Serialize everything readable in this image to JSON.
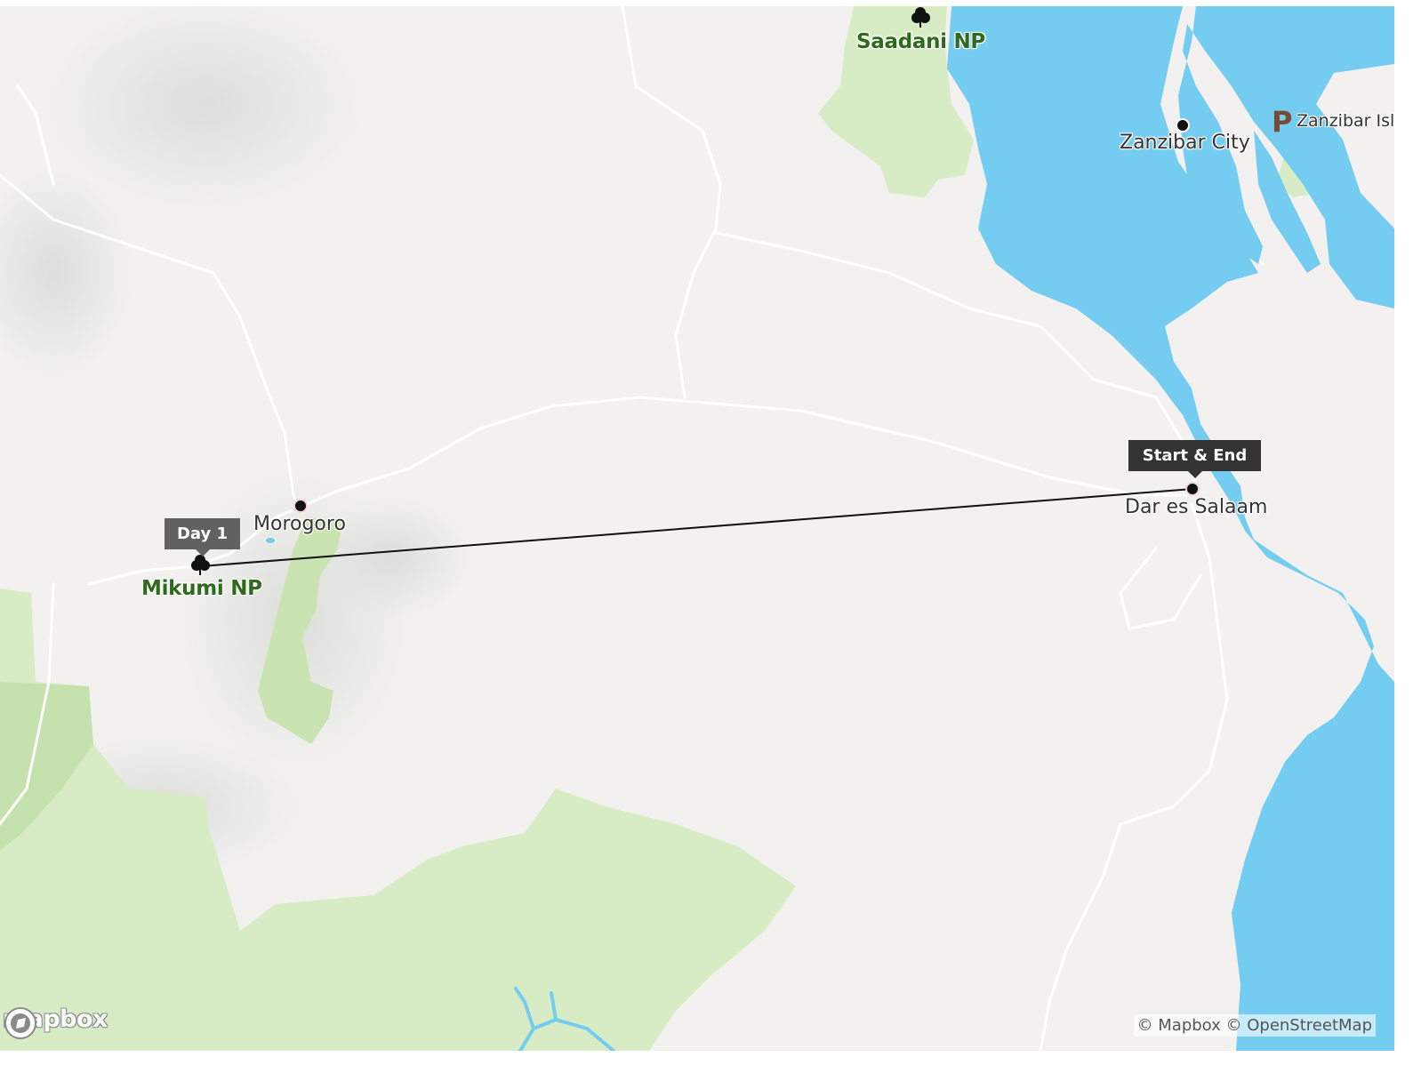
{
  "map": {
    "colors": {
      "land": "#f2f1f0",
      "water": "#74cdf0",
      "park": "#d7ecc5",
      "park_dark": "#c5e2ae",
      "road": "#ffffff",
      "route": "#111111",
      "tag": "#333333",
      "tag_alt": "#616161",
      "park_text": "#2e6b1c"
    },
    "places": [
      {
        "id": "saadani",
        "name": "Saadani NP",
        "kind": "park",
        "icon": "tree-icon"
      },
      {
        "id": "zanzibar-city",
        "name": "Zanzibar City",
        "kind": "city",
        "icon": "dot-icon"
      },
      {
        "id": "zanzibar-island",
        "name": "Zanzibar Isla",
        "kind": "island",
        "icon": "p-icon"
      },
      {
        "id": "morogoro",
        "name": "Morogoro",
        "kind": "city",
        "icon": "dot-icon"
      },
      {
        "id": "mikumi",
        "name": "Mikumi NP",
        "kind": "park",
        "icon": "tree-icon"
      },
      {
        "id": "dar",
        "name": "Dar es Salaam",
        "kind": "city",
        "icon": "dot-icon"
      }
    ],
    "route_stops": [
      {
        "label": "Day 1",
        "place": "Mikumi NP"
      },
      {
        "label": "Start & End",
        "place": "Dar es Salaam"
      }
    ],
    "attribution": "© Mapbox © OpenStreetMap",
    "logo": "mapbox"
  }
}
